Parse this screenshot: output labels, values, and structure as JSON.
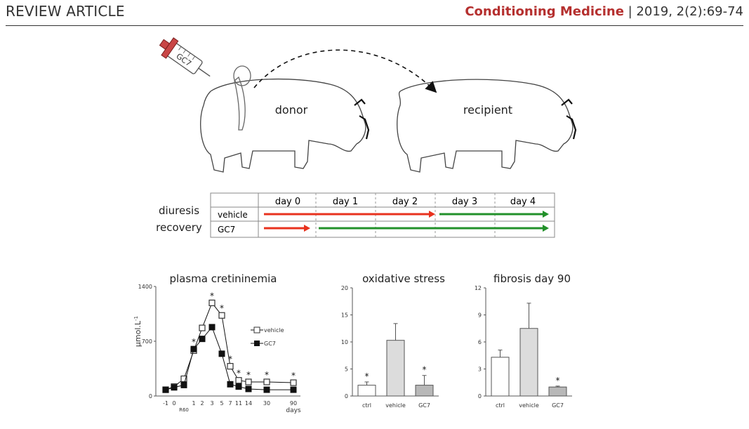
{
  "header": {
    "section": "REVIEW ARTICLE",
    "journal": "Conditioning Medicine",
    "separator": " | ",
    "citation": "2019, 2(2):69-74"
  },
  "illustration": {
    "syringe_label": "GC7",
    "donor_label": "donor",
    "recipient_label": "recipient"
  },
  "timeline": {
    "row_label_1": "diuresis",
    "row_label_2": "recovery",
    "days": [
      "day 0",
      "day 1",
      "day 2",
      "day 3",
      "day 4"
    ],
    "rows": [
      "vehicle",
      "GC7"
    ],
    "colors": {
      "red": "#e8321e",
      "green": "#22912a"
    }
  },
  "chart_data": [
    {
      "type": "line",
      "title": "plasma cretininemia",
      "ylabel": "µmol.L",
      "ylabel_sup": "-1",
      "xlabel": "days",
      "sublabel": "R60",
      "ylim": [
        0,
        1400
      ],
      "yticks": [
        "0",
        "700",
        "1400"
      ],
      "x": [
        "-1",
        "0",
        "1",
        "2",
        "3",
        "5",
        "7",
        "11",
        "14",
        "30",
        "90"
      ],
      "series": [
        {
          "name": "vehicle",
          "values": [
            80,
            120,
            220,
            580,
            870,
            1190,
            1030,
            380,
            200,
            180,
            180,
            170
          ]
        },
        {
          "name": "GC7",
          "values": [
            80,
            110,
            140,
            600,
            730,
            880,
            540,
            150,
            120,
            90,
            80,
            80
          ]
        }
      ],
      "significance": [
        "*",
        "*",
        "*",
        "*",
        "*",
        "*",
        "*",
        "*"
      ]
    },
    {
      "type": "bar",
      "title": "oxidative stress",
      "categories": [
        "ctrl",
        "vehicle",
        "GC7"
      ],
      "values": [
        2.0,
        10.3,
        2.0
      ],
      "errors": [
        0.6,
        3.1,
        1.8
      ],
      "ylim": [
        0,
        20
      ],
      "yticks": [
        "0",
        "5",
        "10",
        "15",
        "20"
      ],
      "significance": [
        "*",
        "",
        "*"
      ]
    },
    {
      "type": "bar",
      "title": "fibrosis day 90",
      "categories": [
        "ctrl",
        "vehicle",
        "GC7"
      ],
      "values": [
        4.3,
        7.5,
        1.0
      ],
      "errors": [
        0.8,
        2.8,
        0.1
      ],
      "ylim": [
        0,
        12
      ],
      "yticks": [
        "0",
        "3",
        "6",
        "9",
        "12"
      ],
      "significance": [
        "",
        "",
        "*"
      ]
    }
  ]
}
